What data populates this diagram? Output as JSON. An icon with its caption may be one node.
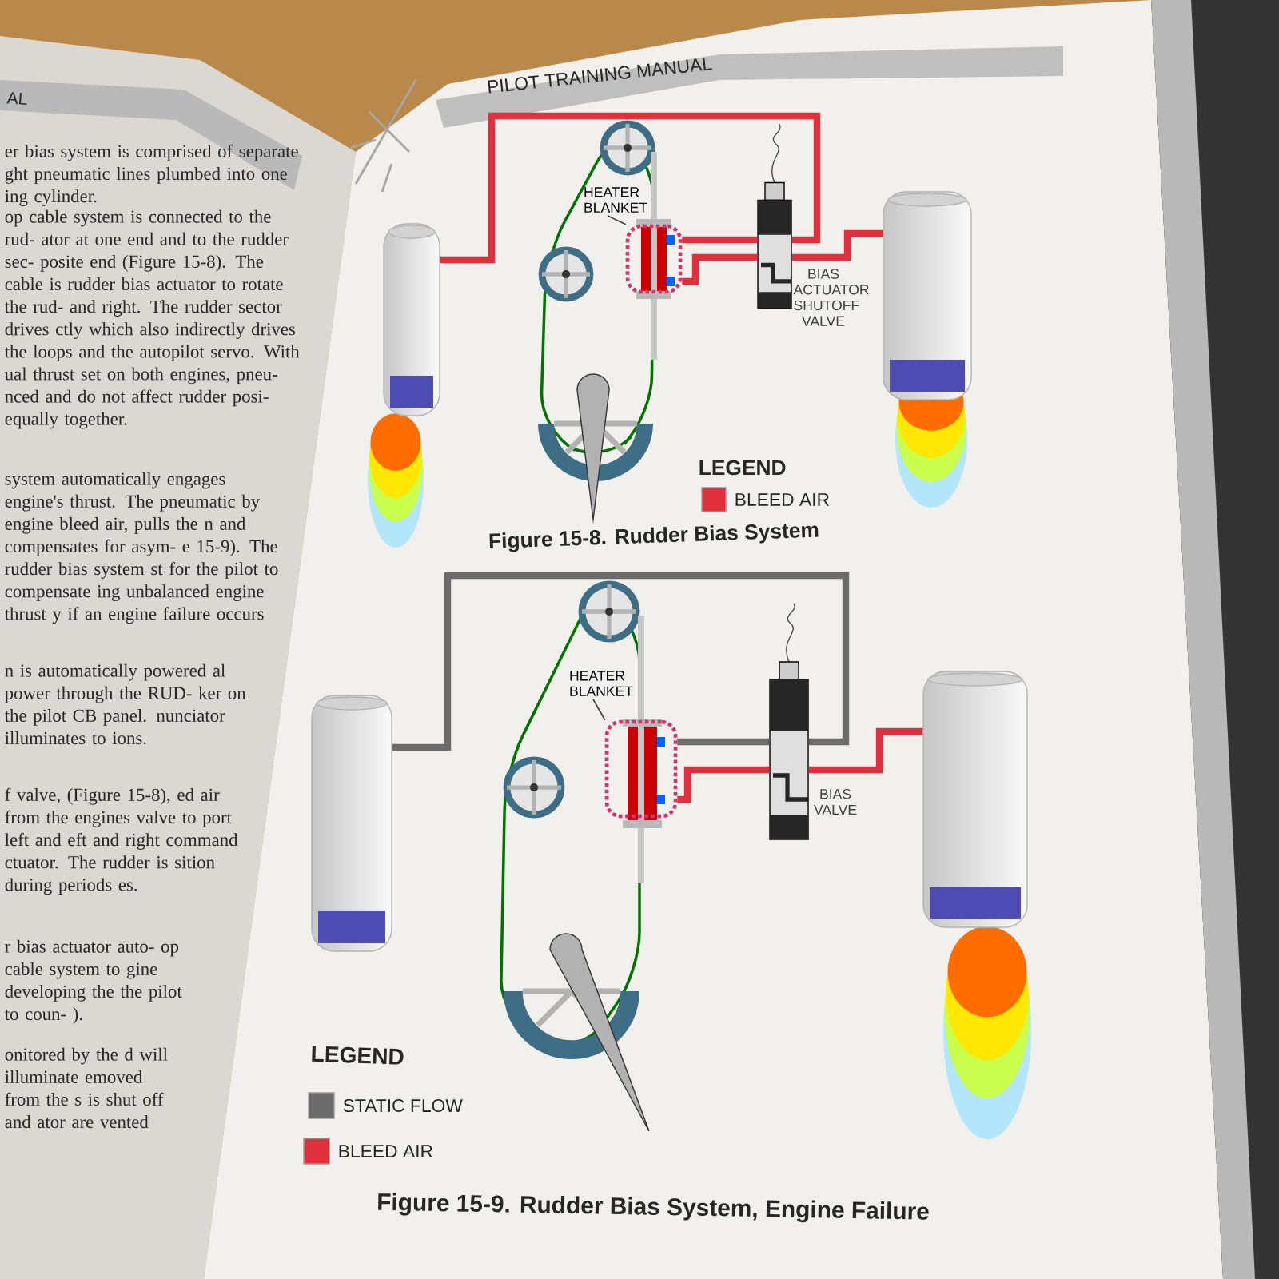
{
  "diagram": {
    "nodes": [
      {
        "text": [],
        "shape": "picture"
      },
      {
        "text": [
          "HEATER BLANKET"
        ]
      },
      {
        "text": [],
        "shape": "box"
      },
      {
        "text": [],
        "shape": "picture",
        "beside": [
          "BIAS ACTUATOR SHUTOFF VALVE"
        ]
      },
      {
        "text": [],
        "shape": "picture"
      },
      {
        "text": [],
        "shape": "picture"
      },
      {
        "text": [
          "HEATER BLANKET"
        ]
      },
      {
        "text": [],
        "shape": "box"
      },
      {
        "text": [],
        "shape": "picture",
        "beside": [
          "BIAS VALVE"
        ]
      },
      {
        "text": [],
        "shape": "picture"
      }
    ],
    "edges": [
      {
        "from": 0,
        "to": 3,
        "arrow": "none",
        "color": "#e0303c"
      },
      {
        "from": 4,
        "to": 3,
        "arrow": "none",
        "color": "#e0303c"
      },
      {
        "from": 3,
        "to": 2,
        "arrow": "none",
        "color": "#e0303c"
      },
      {
        "from": 3,
        "to": 2,
        "arrow": "none",
        "color": "#e0303c"
      },
      {
        "from": 1,
        "to": 2,
        "arrow": "none",
        "color": "#404040"
      },
      {
        "from": 5,
        "to": 8,
        "arrow": "none",
        "color": "#6b6b6b"
      },
      {
        "from": 8,
        "to": 7,
        "arrow": "none",
        "color": "#6b6b6b"
      },
      {
        "from": 9,
        "to": 8,
        "arrow": "none",
        "color": "#e0303c"
      },
      {
        "from": 8,
        "to": 7,
        "arrow": "none",
        "color": "#e0303c"
      },
      {
        "from": 6,
        "to": 7,
        "arrow": "none",
        "color": "#404040"
      }
    ],
    "labels": [
      "AL",
      "er bias system is comprised of separate ght pneumatic lines plumbed into one ing cylinder.",
      "op cable system is connected to the rud- ator at one end and to the rudder sec- posite end (Figure 15-8). The cable is rudder bias actuator to rotate the rud- and right. The rudder sector drives ctly which also indirectly drives the loops and the autopilot servo. With ual thrust set on both engines, pneu- nced and do not affect rudder posi- equally together.",
      "system automatically engages engine's thrust. The pneumatic by engine bleed air, pulls the n and compensates for asym- e 15-9). The rudder bias system st for the pilot to compensate ing unbalanced engine thrust y if an engine failure occurs",
      "n is automatically powered al power through the RUD- ker on the pilot CB panel. nunciator illuminates to ions.",
      "f valve, (Figure 15-8), ed air from the engines valve to port left and eft and right command ctuator. The rudder is sition during periods es.",
      "r bias actuator auto- op cable system to gine developing the the pilot to coun- ).",
      "onitored by the d will illuminate emoved from the s is shut off and ator are vented",
      "PILOT TRAINING MANUAL",
      "LEGEND",
      "Figure 15-8.  Rudder Bias System",
      "LEGEND",
      "Figure 15-9.  Rudder Bias System, Engine Failure"
    ],
    "legend": [
      {
        "text": "BLEED AIR",
        "color": "#e0303c"
      },
      {
        "text": "STATIC FLOW",
        "color": "#6b6b6b"
      },
      {
        "text": "BLEED AIR",
        "color": "#e0303c"
      }
    ]
  }
}
